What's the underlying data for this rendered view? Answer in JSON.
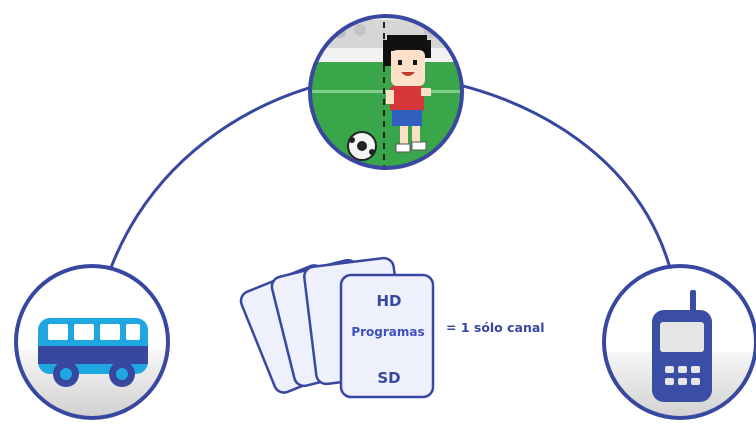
{
  "cards": {
    "top_label": "HD",
    "middle_label": "Programas",
    "bottom_label": "SD"
  },
  "equation_label": "= 1 sólo canal",
  "nodes": {
    "top": {
      "icon": "soccer-player-icon"
    },
    "left": {
      "icon": "bus-icon"
    },
    "right": {
      "icon": "mobile-phone-icon"
    }
  },
  "colors": {
    "primary": "#3848a0",
    "bus_cyan": "#1ea7e0",
    "phone_blue": "#3b4ea6",
    "pitch_green": "#3aa64a",
    "player_shirt": "#d7373a",
    "player_shorts": "#3060c0",
    "card_fill": "#eef0fb",
    "label_blue": "#3c52c4"
  }
}
